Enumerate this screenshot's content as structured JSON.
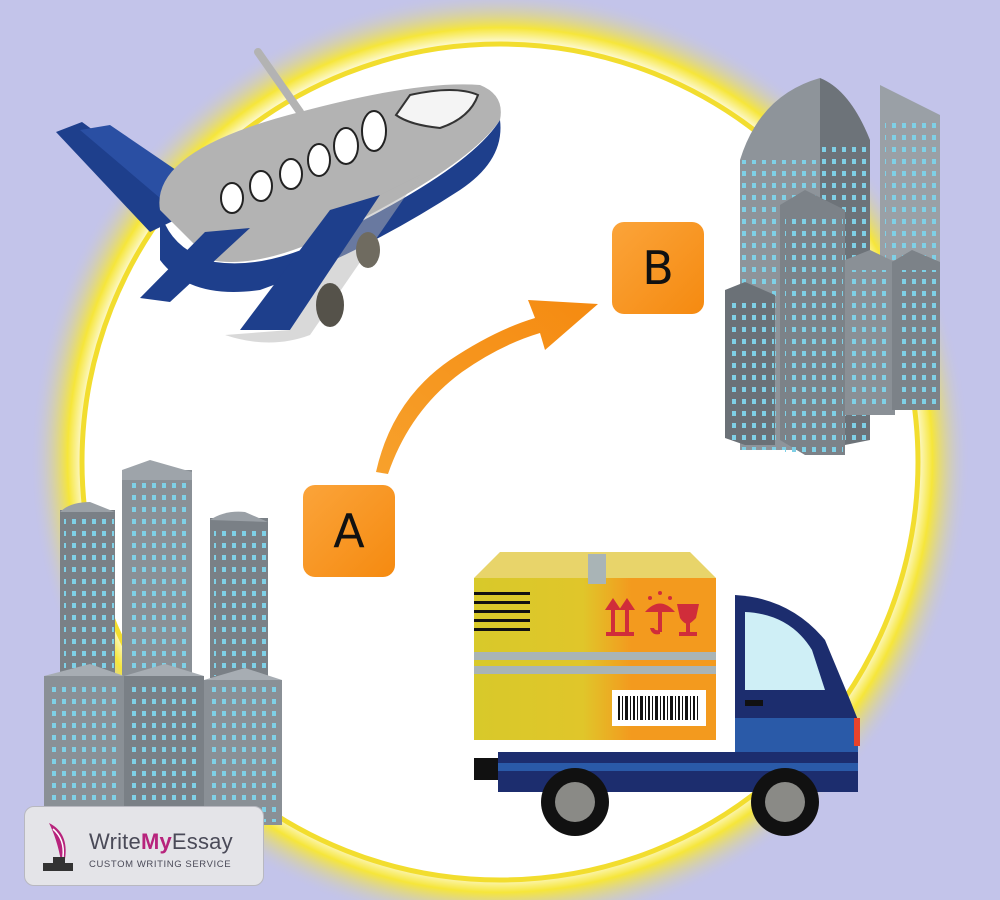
{
  "points": {
    "origin_label": "A",
    "destination_label": "B"
  },
  "logo": {
    "name_part1": "Write",
    "name_part2": "My",
    "name_part3": "Essay",
    "tagline": "CUSTOM WRITING SERVICE"
  },
  "colors": {
    "background": "#c3c4ea",
    "circle_glow": "#f2dd2e",
    "label_box": "#f7941d",
    "arrow": "#f7941d",
    "plane_body": "#b3b3b3",
    "plane_wing": "#1e3f8c",
    "truck_cab": "#1c2d6e",
    "box_left": "#d8c92a",
    "box_right": "#f39a1e",
    "building": "#8a8f96",
    "window": "#7fd0e6",
    "logo_accent": "#b7237c"
  },
  "icons": [
    "airplane-icon",
    "truck-icon",
    "cargo-box-icon",
    "fragile-glass-icon",
    "keep-dry-umbrella-icon",
    "this-side-up-arrows-icon",
    "barcode-icon",
    "skyscraper-icon",
    "quill-pen-icon"
  ]
}
